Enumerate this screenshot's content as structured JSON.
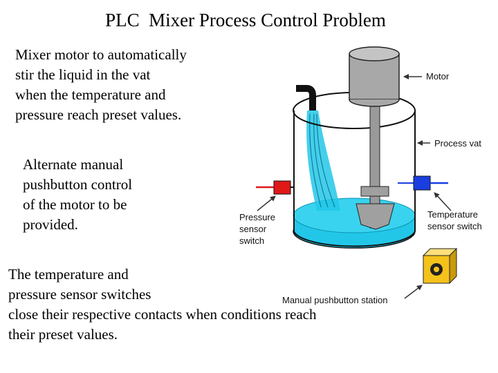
{
  "title": "PLC  Mixer Process Control Problem",
  "paragraphs": {
    "p1": [
      "Mixer motor to automatically",
      "stir the liquid in the vat",
      "when the temperature and",
      "pressure reach preset values."
    ],
    "p2": [
      "Alternate manual",
      "pushbutton control",
      "of the motor to be",
      "provided."
    ],
    "p3": [
      "The temperature and",
      "pressure sensor switches",
      "close their respective contacts when conditions reach",
      "their preset values."
    ]
  },
  "labels": {
    "motor": "Motor",
    "process_vat": "Process vat",
    "temperature_switch": [
      "Temperature",
      "sensor switch"
    ],
    "pressure_switch": [
      "Pressure",
      "sensor",
      "switch"
    ],
    "pushbutton_station": "Manual pushbutton station"
  },
  "colors": {
    "liquid": "#22c7e8",
    "liquid_dark": "#0fa6c8",
    "motor_gray": "#a8a8a8",
    "pressure_red": "#e01818",
    "temperature_blue": "#1a3ee0",
    "station_yellow": "#f4c21a",
    "arrow": "#333333"
  }
}
